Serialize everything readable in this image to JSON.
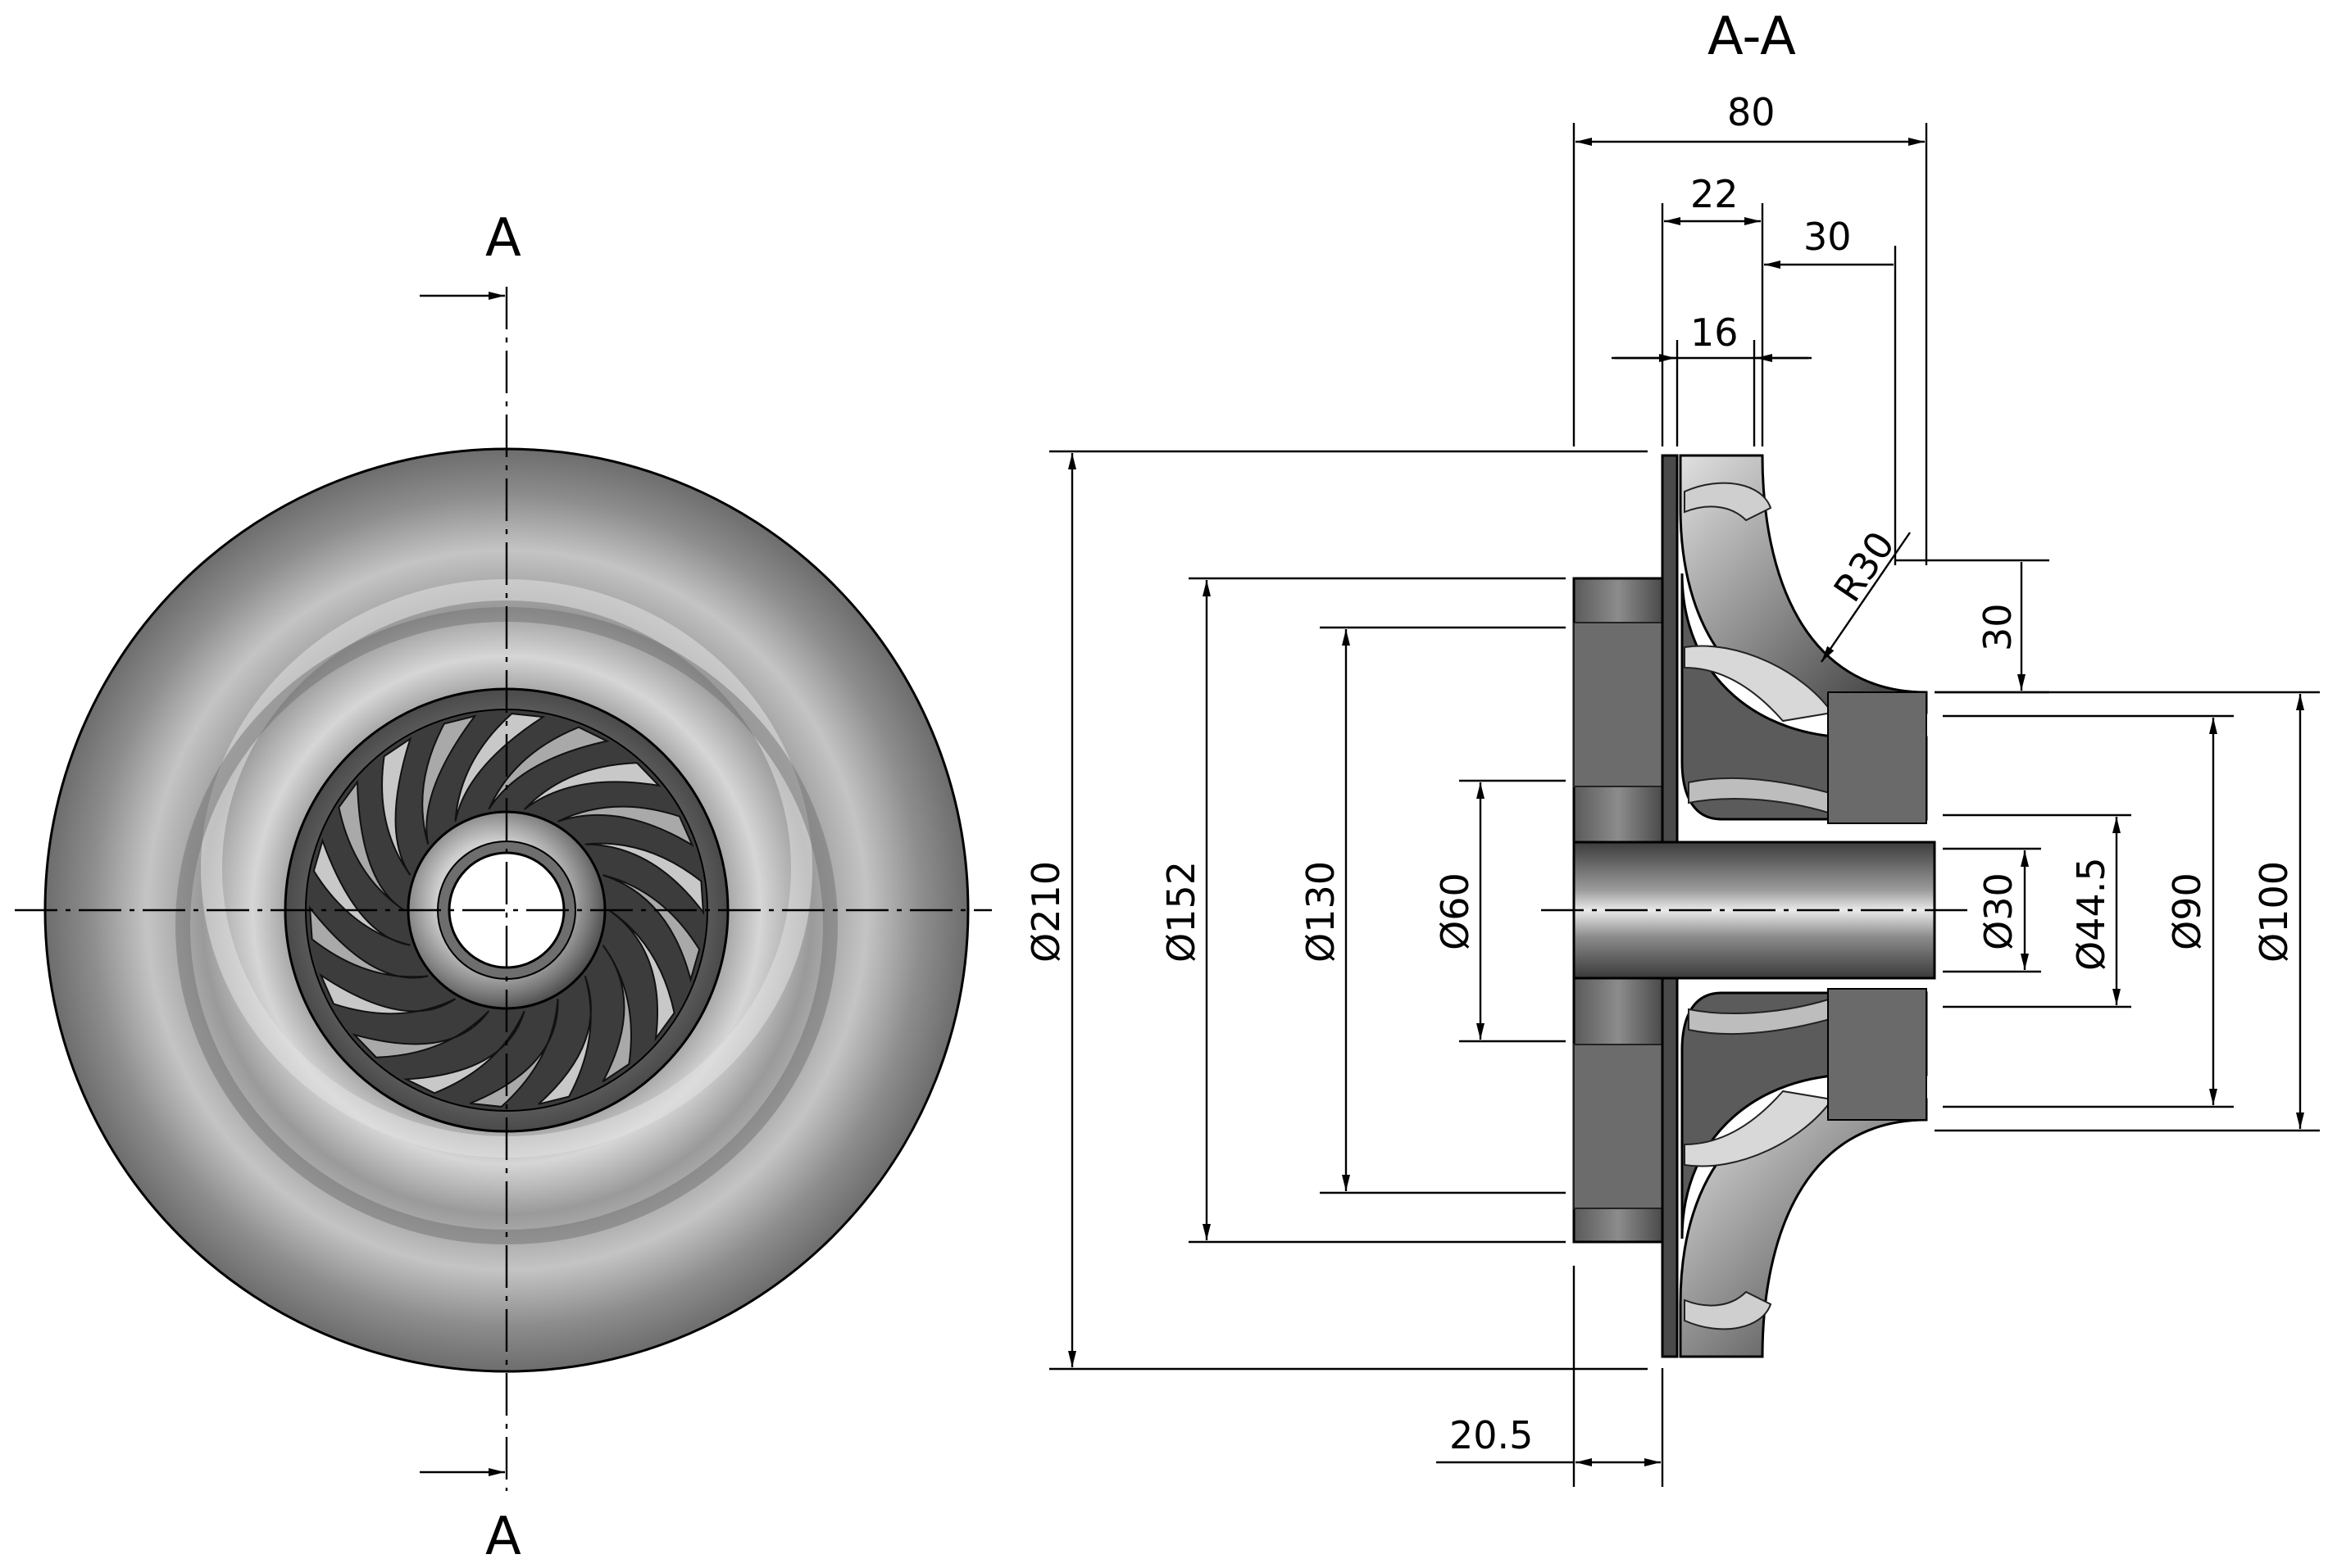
{
  "drawing": {
    "section_view_title": "A-A",
    "section_markers": {
      "top": "A",
      "bottom": "A"
    },
    "dimensions": {
      "overall_length": "80",
      "blade_width": "22",
      "hub_radius_offset": "30",
      "blade_thickness": "16",
      "radius": "R30",
      "hub_height": "30",
      "offset": "20.5",
      "dia_210": "Ø210",
      "dia_152": "Ø152",
      "dia_130": "Ø130",
      "dia_60": "Ø60",
      "dia_30": "Ø30",
      "dia_44_5": "Ø44.5",
      "dia_90": "Ø90",
      "dia_100": "Ø100"
    },
    "colors": {
      "line": "#000000",
      "metal_light": "#d4d4d4",
      "metal_mid": "#8e8e8e",
      "metal_dark": "#404040",
      "background": "#ffffff"
    }
  }
}
